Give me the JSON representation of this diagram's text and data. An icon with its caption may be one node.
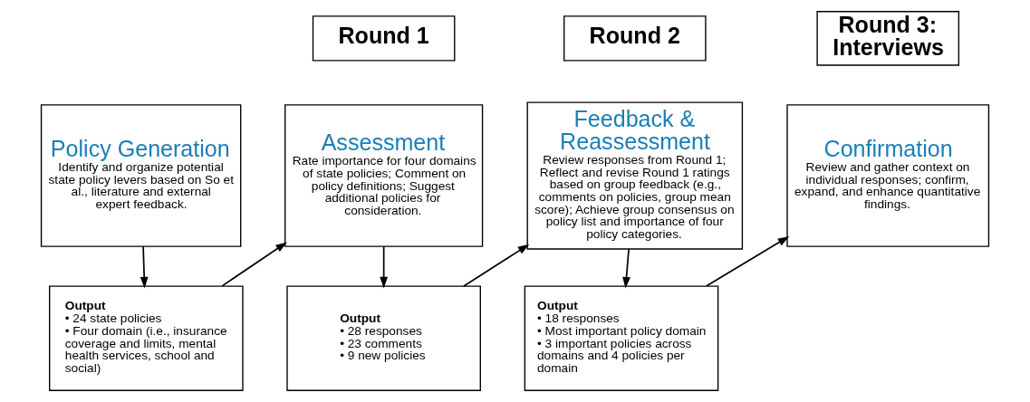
{
  "diagram": {
    "nodes": [
      {
        "text": [
          "Round 1"
        ]
      },
      {
        "text": [
          "Round 2"
        ]
      },
      {
        "text": [
          "Round 3: Interviews"
        ]
      },
      {
        "text": [
          "Policy Generation",
          "Identify and organize potential state policy levers based on So et al., literature and external expert feedback."
        ]
      },
      {
        "text": [
          "Output",
          "• 24 state policies",
          "• Four domain (i.e., insurance coverage and limits, mental health services, school and social)"
        ]
      },
      {
        "text": [
          "Assessment",
          "Rate importance for four domains of state policies; Comment on policy definitions; Suggest additional policies for consideration."
        ]
      },
      {
        "text": [
          "Output",
          "• 28 responses",
          "• 23 comments",
          "• 9 new policies"
        ]
      },
      {
        "text": [
          "Feedback & Reassessment",
          "Review responses from Round 1; Reflect and revise Round 1 ratings based on group feedback (e.g., comments on policies, group mean score); Achieve group consensus on policy list and importance of four policy categories."
        ]
      },
      {
        "text": [
          "Output",
          "• 18 responses",
          "• Most important policy domain",
          "• 3 important policies across domains and 4 policies per domain"
        ]
      },
      {
        "text": [
          "Confirmation",
          "Review and gather context on individual responses; confirm, expand, and enhance quantitative findings."
        ]
      }
    ],
    "edges": [
      {
        "from": 3,
        "to": 4,
        "arrow": "to"
      },
      {
        "from": 4,
        "to": 5,
        "arrow": "to"
      },
      {
        "from": 5,
        "to": 6,
        "arrow": "to"
      },
      {
        "from": 6,
        "to": 7,
        "arrow": "to"
      },
      {
        "from": 7,
        "to": 8,
        "arrow": "to"
      },
      {
        "from": 8,
        "to": 9,
        "arrow": "to"
      }
    ]
  }
}
